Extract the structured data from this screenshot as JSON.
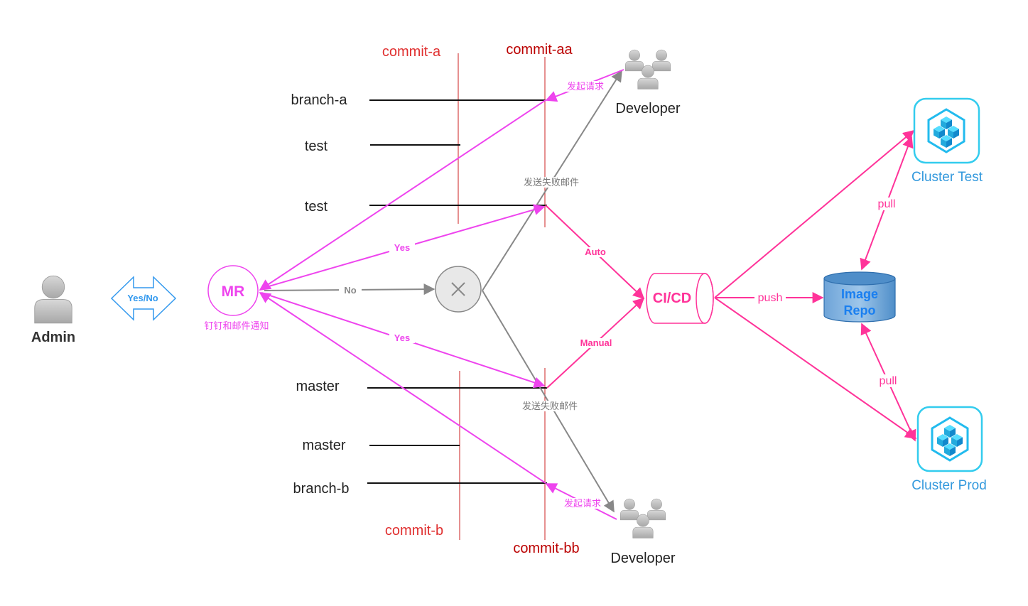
{
  "commits": {
    "commit_a": "commit-a",
    "commit_aa": "commit-aa",
    "commit_b": "commit-b",
    "commit_bb": "commit-bb"
  },
  "branches": {
    "branch_a": "branch-a",
    "test_1": "test",
    "test_2": "test",
    "master_1": "master",
    "master_2": "master",
    "branch_b": "branch-b"
  },
  "actors": {
    "developer_top": "Developer",
    "developer_bottom": "Developer",
    "admin": "Admin"
  },
  "admin_decision": "Yes/No",
  "mr": {
    "label": "MR",
    "notify": "钉钉和邮件通知"
  },
  "edges": {
    "yes_top": "Yes",
    "yes_bottom": "Yes",
    "no": "No",
    "request_top": "发起请求",
    "request_bottom": "发起请求",
    "fail_mail_top": "发送失败邮件",
    "fail_mail_bottom": "发送失败邮件",
    "auto": "Auto",
    "manual": "Manual",
    "push": "push",
    "pull_top": "pull",
    "pull_bottom": "pull"
  },
  "cicd": "CI/CD",
  "image_repo": {
    "line1": "Image",
    "line2": "Repo"
  },
  "clusters": {
    "test": "Cluster Test",
    "prod": "Cluster Prod"
  },
  "colors": {
    "magenta": "#ee44ee",
    "pink": "#ff3399",
    "commit_red": "#e03030",
    "commit_dark_red": "#bb0000",
    "gray": "#888888",
    "cluster_blue": "#33ccee",
    "repo_blue": "#4f8ec9",
    "admin_blue": "#3399ee"
  }
}
